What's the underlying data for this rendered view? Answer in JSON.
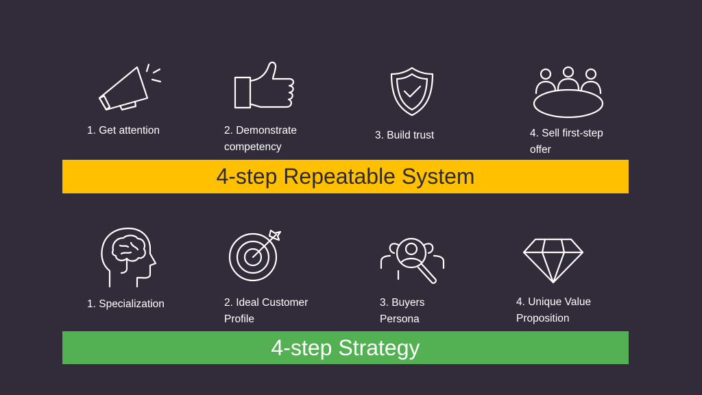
{
  "system": {
    "title": "4-step Repeatable System",
    "color": "#ffc000",
    "steps": [
      {
        "line1": "1. Get attention",
        "line2": "",
        "icon": "megaphone-icon"
      },
      {
        "line1": "2. Demonstrate",
        "line2": "competency",
        "icon": "thumbs-up-icon"
      },
      {
        "line1": "3. Build trust",
        "line2": "",
        "icon": "shield-check-icon"
      },
      {
        "line1": "4. Sell first-step",
        "line2": "offer",
        "icon": "meeting-table-icon"
      }
    ]
  },
  "strategy": {
    "title": "4-step Strategy",
    "color": "#53b053",
    "steps": [
      {
        "line1": "1. Specialization",
        "line2": "",
        "icon": "brain-head-icon"
      },
      {
        "line1": "2. Ideal Customer",
        "line2": "Profile",
        "icon": "target-arrow-icon"
      },
      {
        "line1": "3. Buyers",
        "line2": "Persona",
        "icon": "persona-search-icon"
      },
      {
        "line1": "4. Unique Value",
        "line2": "Proposition",
        "icon": "diamond-icon"
      }
    ]
  }
}
